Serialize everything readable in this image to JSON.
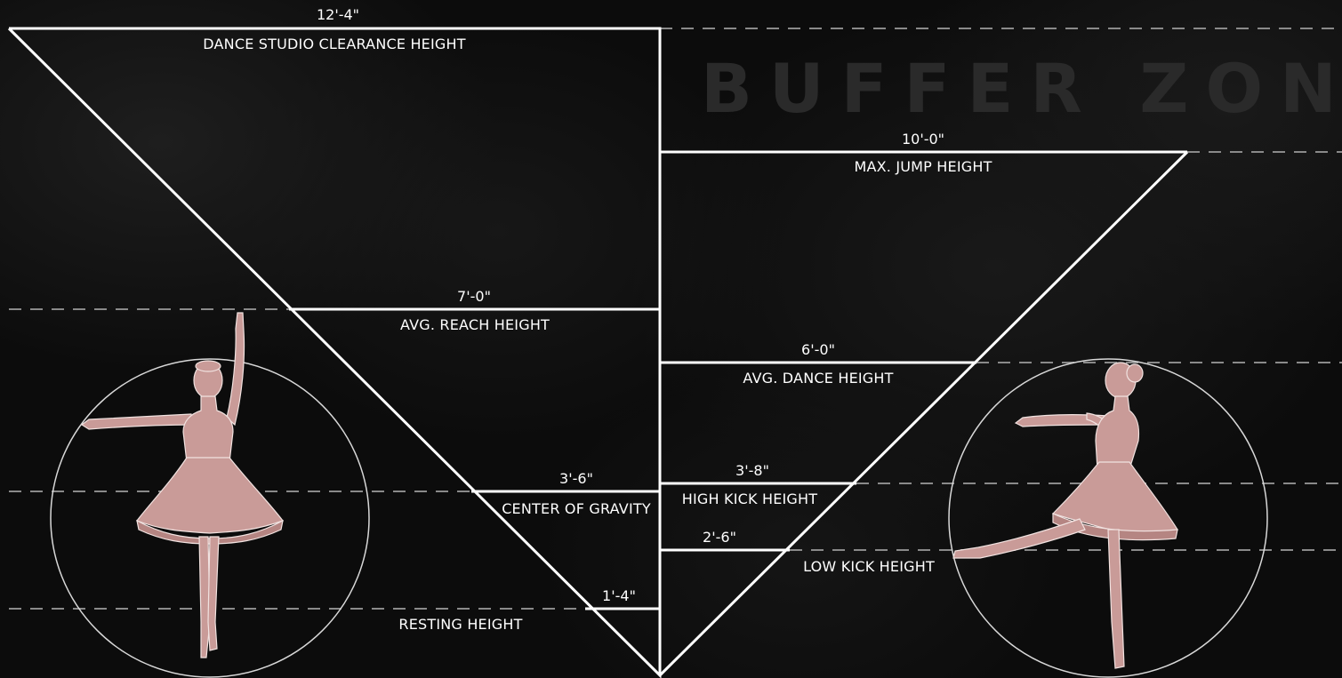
{
  "title": "BUFFER ZONE",
  "colors": {
    "background": "#0b0b0b",
    "lines": "#ffffff",
    "dashed_lines": "#8a8a8a",
    "figure_fill": "#c99b98",
    "title_text": "#2a2a2a"
  },
  "left_triangle": {
    "levels": [
      {
        "dimension": "12'-4\"",
        "label": "DANCE STUDIO CLEARANCE HEIGHT"
      },
      {
        "dimension": "7'-0\"",
        "label": "AVG. REACH HEIGHT"
      },
      {
        "dimension": "3'-6\"",
        "label": "CENTER OF GRAVITY"
      },
      {
        "dimension": "1'-4\"",
        "label": "RESTING HEIGHT"
      }
    ]
  },
  "right_triangle": {
    "levels": [
      {
        "dimension": "10'-0\"",
        "label": "MAX. JUMP HEIGHT"
      },
      {
        "dimension": "6'-0\"",
        "label": "AVG. DANCE HEIGHT"
      },
      {
        "dimension": "3'-8\"",
        "label": "HIGH KICK HEIGHT"
      },
      {
        "dimension": "2'-6\"",
        "label": "LOW KICK HEIGHT"
      }
    ]
  },
  "figures": [
    {
      "name": "ballerina-reaching",
      "pose": "arm raised, en pointe"
    },
    {
      "name": "ballerina-kicking",
      "pose": "leg extended, arms forward"
    }
  ]
}
